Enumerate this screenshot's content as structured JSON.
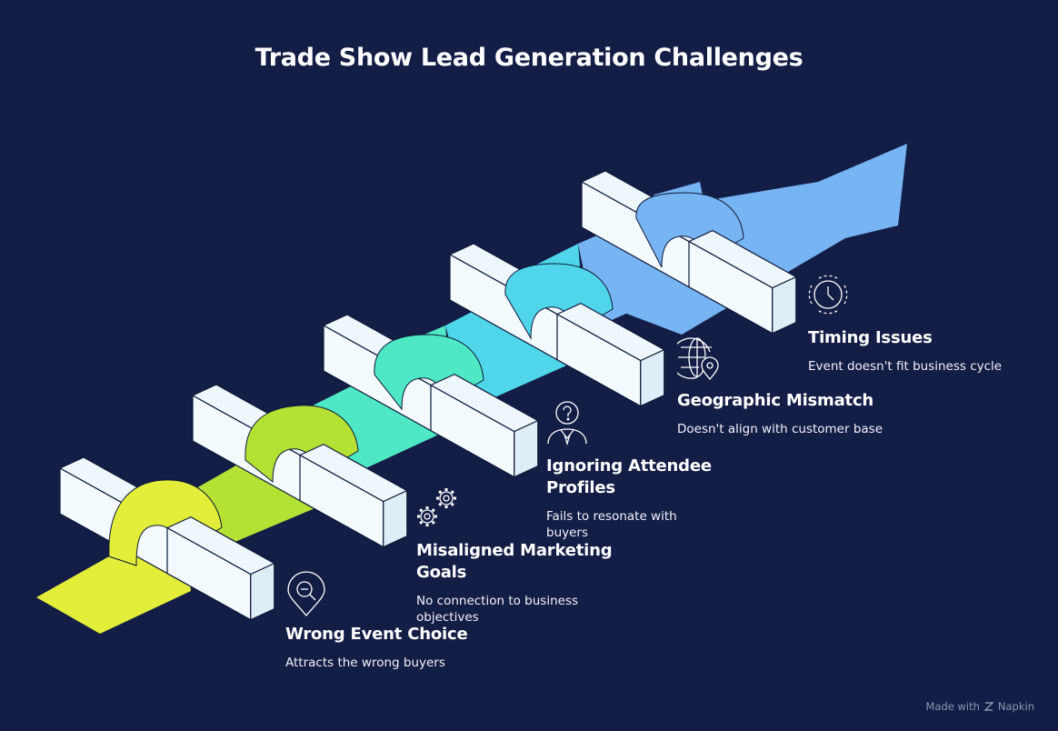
{
  "title": "Trade Show Lead Generation Challenges",
  "colors": {
    "background": "#131d45",
    "step1": "#e2ee3a",
    "step2": "#b5e034",
    "step3": "#4ee8c4",
    "step4": "#4fd6ea",
    "step5": "#76b4f3",
    "block": "#eef7fc"
  },
  "steps": [
    {
      "heading": "Wrong Event Choice",
      "description": "Attracts the wrong buyers",
      "icon": "location-search-icon"
    },
    {
      "heading": "Misaligned Marketing Goals",
      "description": "No connection to business objectives",
      "icon": "gears-icon"
    },
    {
      "heading": "Ignoring Attendee Profiles",
      "description": "Fails to resonate with buyers",
      "icon": "person-question-icon"
    },
    {
      "heading": "Geographic Mismatch",
      "description": "Doesn't align with customer base",
      "icon": "globe-pin-icon"
    },
    {
      "heading": "Timing Issues",
      "description": "Event doesn't fit business cycle",
      "icon": "clock-icon"
    }
  ],
  "footer": {
    "prefix": "Made with",
    "brand": "Napkin"
  }
}
